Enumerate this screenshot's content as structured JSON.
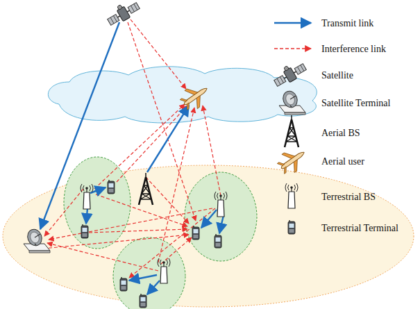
{
  "diagram": {
    "legend": [
      {
        "text": "Transmit link"
      },
      {
        "text": "Interference link"
      },
      {
        "text": "Satellite"
      },
      {
        "text": "Satellite Terminal"
      },
      {
        "text": "Aerial BS"
      },
      {
        "text": "Aerial user"
      },
      {
        "text": "Terrestrial BS"
      },
      {
        "text": "Terrestrial Terminal"
      }
    ]
  }
}
